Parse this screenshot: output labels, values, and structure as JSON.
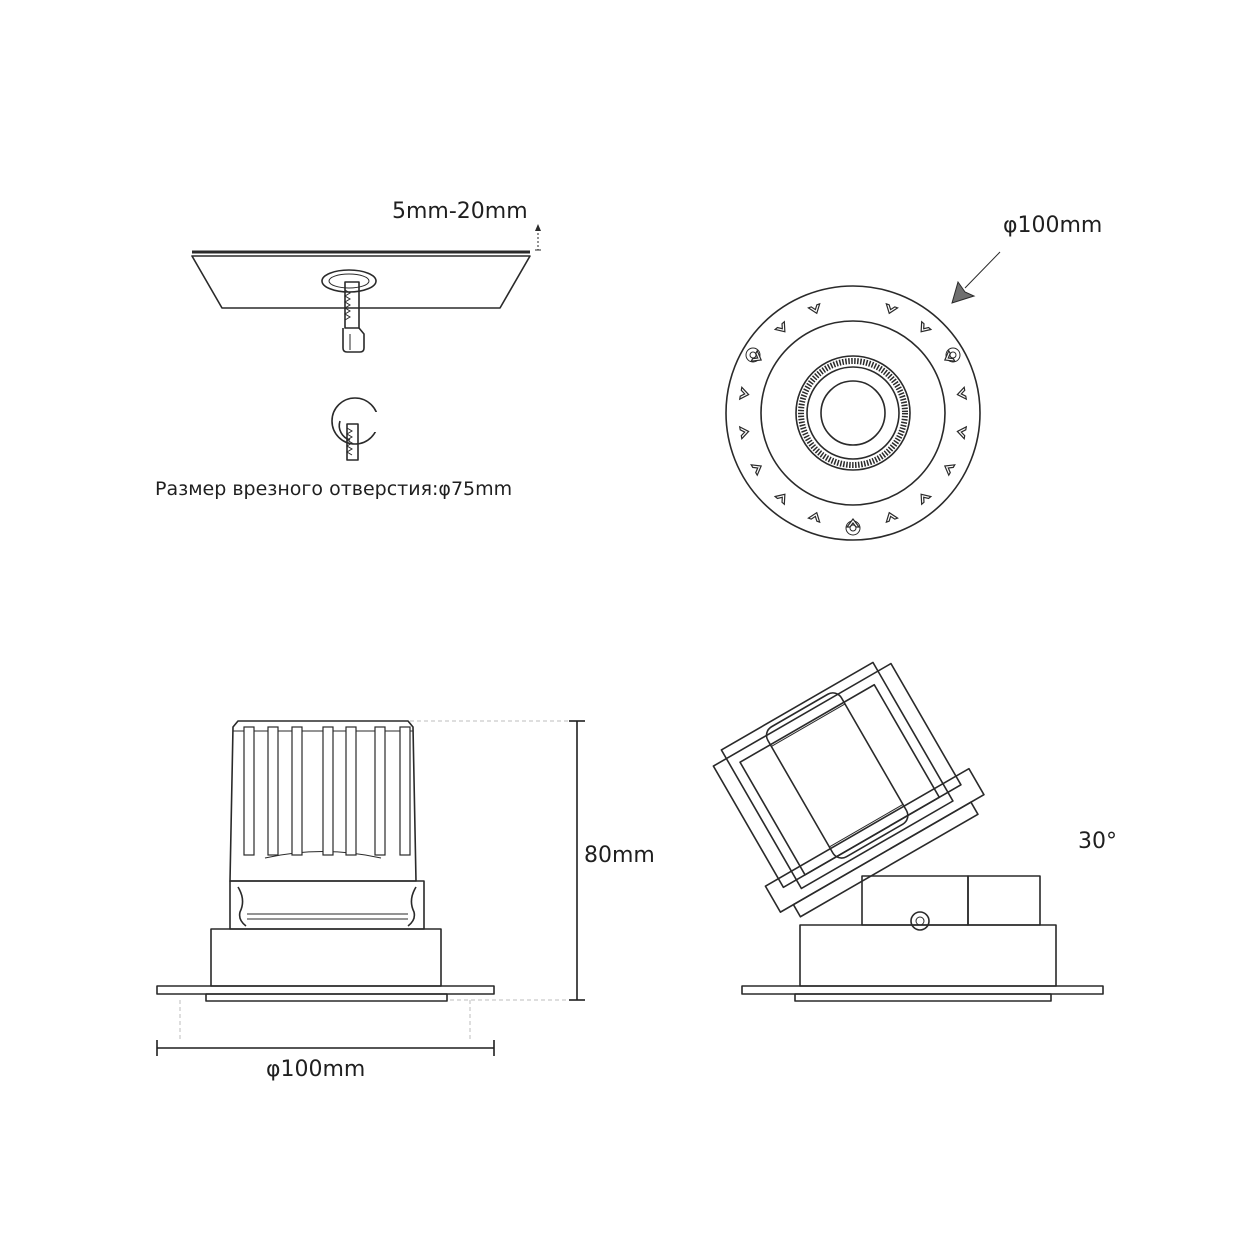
{
  "labels": {
    "ceiling_thickness": "5mm-20mm",
    "cutout_size": "Размер врезного отверстия:φ75mm",
    "top_view_diameter": "φ100mm",
    "height": "80mm",
    "side_diameter": "φ100mm",
    "tilt_angle": "30°"
  },
  "icons": {
    "ceiling_panel": "ceiling-panel-icon",
    "spring_clip": "spring-clip-icon",
    "arrow": "arrow-icon"
  }
}
